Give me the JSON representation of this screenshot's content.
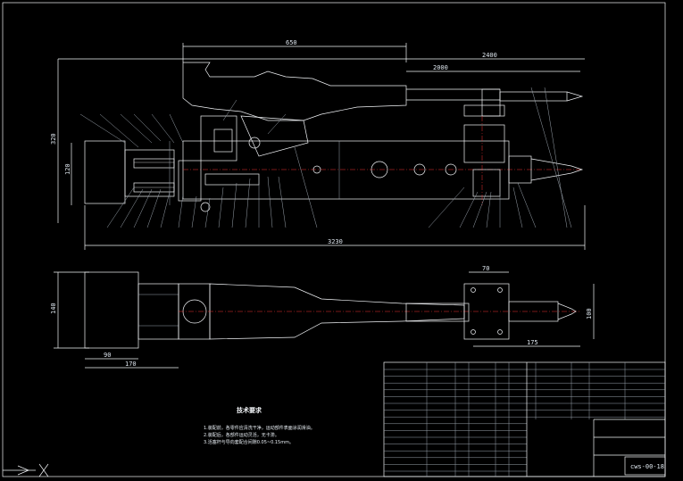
{
  "drawing": {
    "dimensions": {
      "top_length": "650",
      "stroke_a": "2000",
      "stroke_b": "2400",
      "left_height": "320",
      "inner_height": "120",
      "overall_length": "3230",
      "plan_width": "70",
      "plan_height_left": "140",
      "plan_height_right": "100",
      "plan_len_right": "175",
      "plan_len_left_a": "90",
      "plan_len_left_b": "170"
    },
    "notes": {
      "heading": "技术要求",
      "items": [
        "1.装配前，各零件应清洗干净，运动部件表面涂润滑油。",
        "2.装配后，各部件运动灵活，无卡滞。",
        "3.活塞杆与导向套配合间隙0.05~0.15mm。"
      ]
    },
    "title_block": {
      "drawing_no": "cws-00-18"
    }
  }
}
